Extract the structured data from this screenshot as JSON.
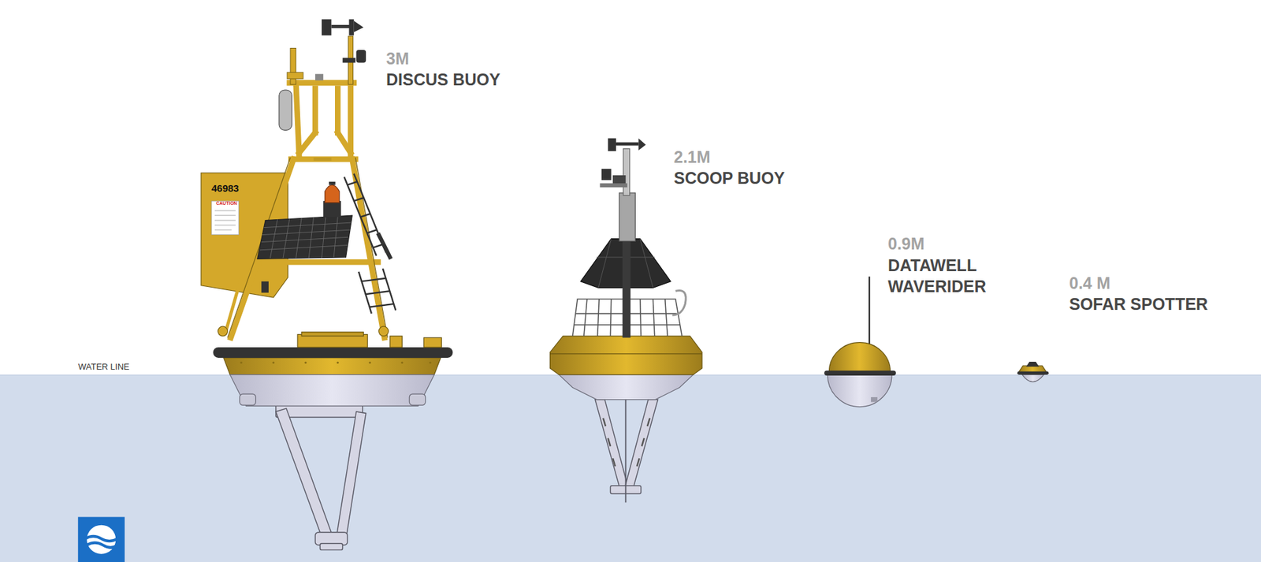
{
  "diagram": {
    "labels": [
      "3M",
      "DISCUS BUOY",
      "2.1M",
      "SCOOP BUOY",
      "0.9M",
      "DATAWELL WAVERIDER",
      "0.4 M",
      "SOFAR SPOTTER",
      "WATER LINE",
      "46983",
      "CAUTION"
    ]
  }
}
